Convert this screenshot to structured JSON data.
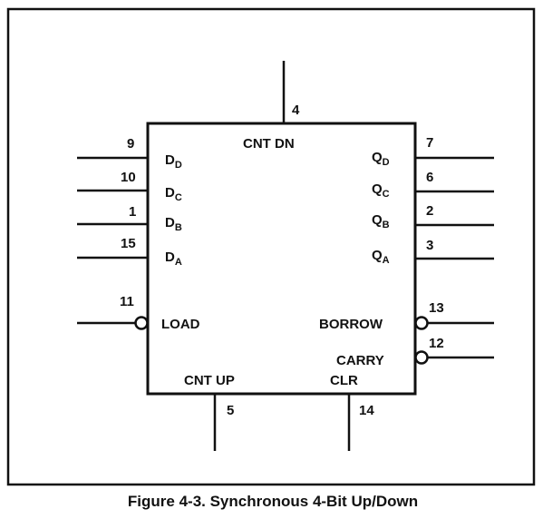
{
  "diagram": {
    "top_label": "CNT DN",
    "bottom_left_label": "CNT UP",
    "bottom_right_label": "CLR",
    "pins": {
      "cnt_dn": "4",
      "cnt_up": "5",
      "clr": "14",
      "d_d": "9",
      "d_c": "10",
      "d_b": "1",
      "d_a": "15",
      "load": "11",
      "q_d": "7",
      "q_c": "6",
      "q_b": "2",
      "q_a": "3",
      "borrow": "13",
      "carry": "12"
    },
    "inputs": [
      {
        "main": "D",
        "sub": "D"
      },
      {
        "main": "D",
        "sub": "C"
      },
      {
        "main": "D",
        "sub": "B"
      },
      {
        "main": "D",
        "sub": "A"
      }
    ],
    "outputs": [
      {
        "main": "Q",
        "sub": "D"
      },
      {
        "main": "Q",
        "sub": "C"
      },
      {
        "main": "Q",
        "sub": "B"
      },
      {
        "main": "Q",
        "sub": "A"
      }
    ],
    "load_label": "LOAD",
    "borrow_label": "BORROW",
    "carry_label": "CARRY",
    "caption": "Figure 4-3.  Synchronous 4-Bit Up/Down"
  }
}
